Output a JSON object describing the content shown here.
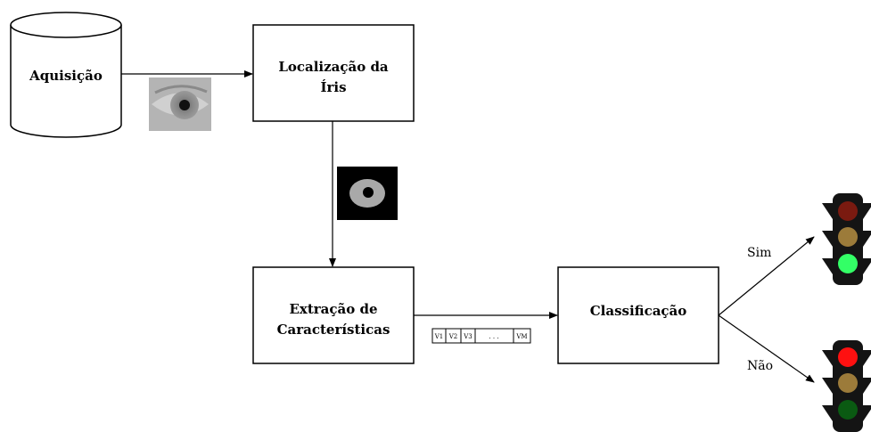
{
  "nodes": {
    "aquisicao": "Aquisição",
    "localizacao": [
      "Localização da",
      "Íris"
    ],
    "extracao": [
      "Extração de",
      "Características"
    ],
    "classificacao": "Classificação"
  },
  "branches": {
    "yes": "Sim",
    "no": "Não"
  },
  "vector": {
    "cells": [
      "V1",
      "V2",
      "V3"
    ],
    "dots": ". . .",
    "last": "VM"
  },
  "colors": {
    "light_red_on": "#ff1010",
    "light_red_off": "#7a1a10",
    "light_amber": "#9c7b3a",
    "light_green_on": "#33ff66",
    "light_green_off": "#0a5a12"
  }
}
